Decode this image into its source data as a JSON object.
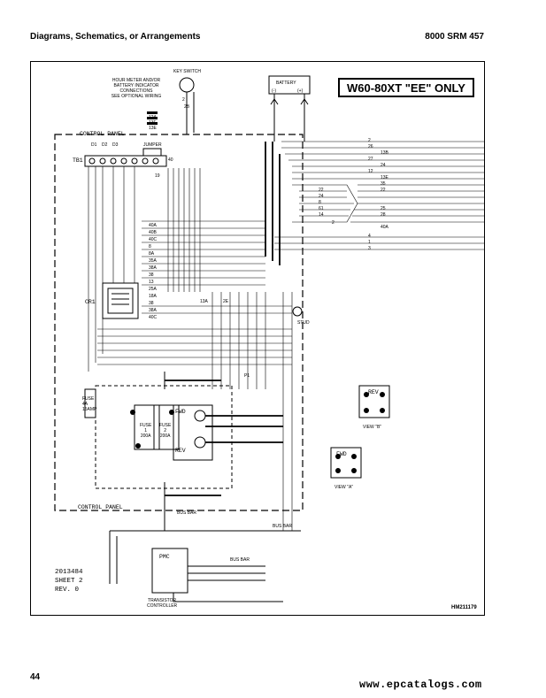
{
  "header": {
    "section_title": "Diagrams, Schematics, or Arrangements",
    "manual_code": "8000 SRM 457"
  },
  "diagram": {
    "model_title": "W60-80XT \"EE\" ONLY",
    "hour_meter_note": [
      "HOUR METER AND/OR",
      "BATTERY INDICATOR",
      "CONNECTIONS",
      "SEE OPTIONAL WIRING"
    ],
    "key_switch": "KEY SWITCH",
    "battery": "BATTERY",
    "battery_neg": "(-)",
    "battery_pos": "(+)",
    "control_panel": "CONTROL PANEL",
    "control_panel_bottom": "CONTROL PANEL",
    "diodes": [
      "D1",
      "D2",
      "D3"
    ],
    "jumper": "JUMPER",
    "tb1": "TB1",
    "cr1": "CR1",
    "fuse_small": [
      "FUSE",
      "4A",
      "15AMP"
    ],
    "fuse1": [
      "FUSE",
      "1",
      "200A"
    ],
    "fuse2": [
      "FUSE",
      "2",
      "200A"
    ],
    "fwd": "FWD",
    "rev": "REV",
    "bus_bar": "BUS BAR",
    "bus_bar_2": "BUS BAR",
    "bus_bar_3": "BUS BAR",
    "pmc": "PMC",
    "transistor_controller": [
      "TRANSISTOR",
      "CONTROLLER"
    ],
    "view_a": "VIEW \"A\"",
    "view_b": "VIEW \"B\"",
    "wire_labels_right": [
      "2",
      "26",
      "13B",
      "27",
      "24",
      "12",
      "13E",
      "35",
      "22",
      "24",
      "22",
      "8",
      "61",
      "14",
      "25",
      "28",
      "2",
      "40A",
      "4",
      "1",
      "3"
    ],
    "wire_labels_cr1": [
      "40A",
      "40B",
      "40C",
      "8",
      "8A",
      "35A",
      "38A",
      "38",
      "13",
      "25A",
      "18A",
      "38",
      "38A",
      "40C"
    ],
    "wire_labels_misc": [
      "12A",
      "13F",
      "13E",
      "40",
      "19",
      "13A",
      "2",
      "2B",
      "2E",
      "P1"
    ],
    "stud": "STUD",
    "drawing_number": [
      "2013484",
      "SHEET 2",
      "REV. 0"
    ],
    "figure_id": "HM211179"
  },
  "footer": {
    "page_number": "44",
    "website": "www.epcatalogs.com"
  }
}
